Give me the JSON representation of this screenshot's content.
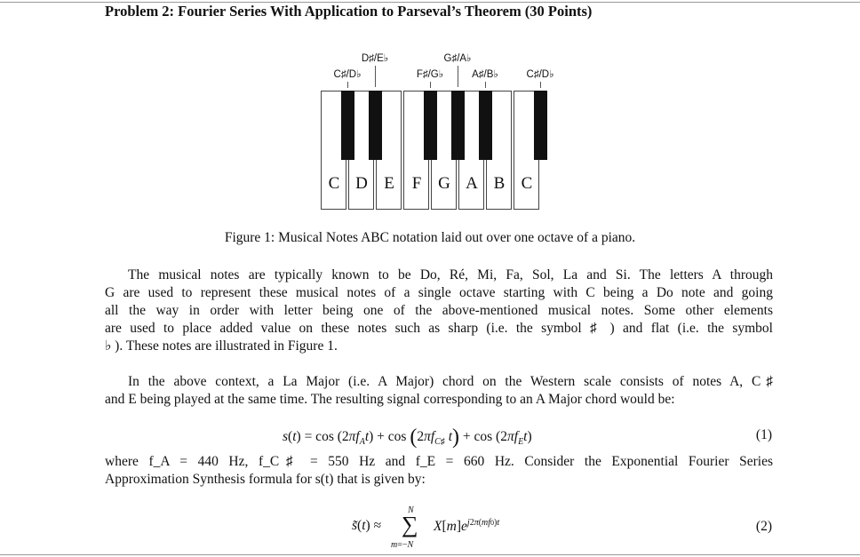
{
  "heading": "Problem 2: Fourier Series With Application to Parseval’s Theorem (30 Points)",
  "piano": {
    "white_keys": [
      "C",
      "D",
      "E",
      "F",
      "G",
      "A",
      "B",
      "C"
    ],
    "black_keys": [
      {
        "label": "C♯/D♭",
        "row": "low"
      },
      {
        "label": "D♯/E♭",
        "row": "high"
      },
      {
        "label": "F♯/G♭",
        "row": "low"
      },
      {
        "label": "G♯/A♭",
        "row": "high"
      },
      {
        "label": "A♯/B♭",
        "row": "low"
      },
      {
        "label": "C♯/D♭",
        "row": "low"
      }
    ]
  },
  "caption": "Figure 1: Musical Notes ABC notation laid out over one octave of a piano.",
  "paragraph1": [
    "The musical notes are typically known to be Do, Ré, Mi, Fa, Sol, La and Si. The letters A through",
    "G are used to represent these musical notes of a single octave starting with C being a Do note and going",
    "all the way in order with letter being one of the above-mentioned musical notes. Some other elements",
    "are used to place added value on these notes such as sharp (i.e. the symbol ♯ ) and flat (i.e. the symbol",
    "♭ ). These notes are illustrated in Figure 1."
  ],
  "paragraph2": [
    "In the above context, a La Major (i.e. A Major) chord on the Western scale consists of notes A, C♯",
    "and E being played at the same time. The resulting signal corresponding to an A Major chord would be:"
  ],
  "eq1_number": "(1)",
  "where_line1": "where f_A = 440 Hz, f_C♯ = 550 Hz and f_E = 660 Hz. Consider the Exponential Fourier Series",
  "where_line2": "Approximation Synthesis formula for s(t) that is given by:",
  "eq2_number": "(2)"
}
